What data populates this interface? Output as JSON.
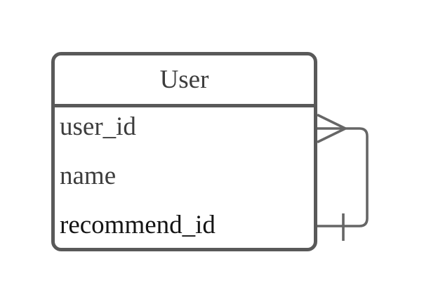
{
  "diagram": {
    "kind": "entity-relationship-diagram",
    "entity": {
      "name": "User",
      "box_style": "border-color:#595959;background:#ffffff",
      "header_style": "border-color:#595959",
      "title_style": "color:#3d3d3d",
      "attributes": [
        {
          "label": "user_id",
          "style": "color:#3d3d3d"
        },
        {
          "label": "name",
          "style": "color:#3d3d3d"
        },
        {
          "label": "recommend_id",
          "style": "color:#141414"
        }
      ]
    },
    "relationship": {
      "description": "self-reference loop on right side of entity",
      "top_end_marker": "crow's foot (many) at user_id row",
      "bottom_end_marker": "single tick (one) at recommend_id row"
    },
    "colors": {
      "background": "#ffffff",
      "canvas_style": "background:#ffffff",
      "entity_border": "#595959",
      "connector_line": "#666666",
      "title_text": "#3d3d3d",
      "attribute_text": "#3d3d3d",
      "foreign_key_text": "#141414"
    }
  }
}
